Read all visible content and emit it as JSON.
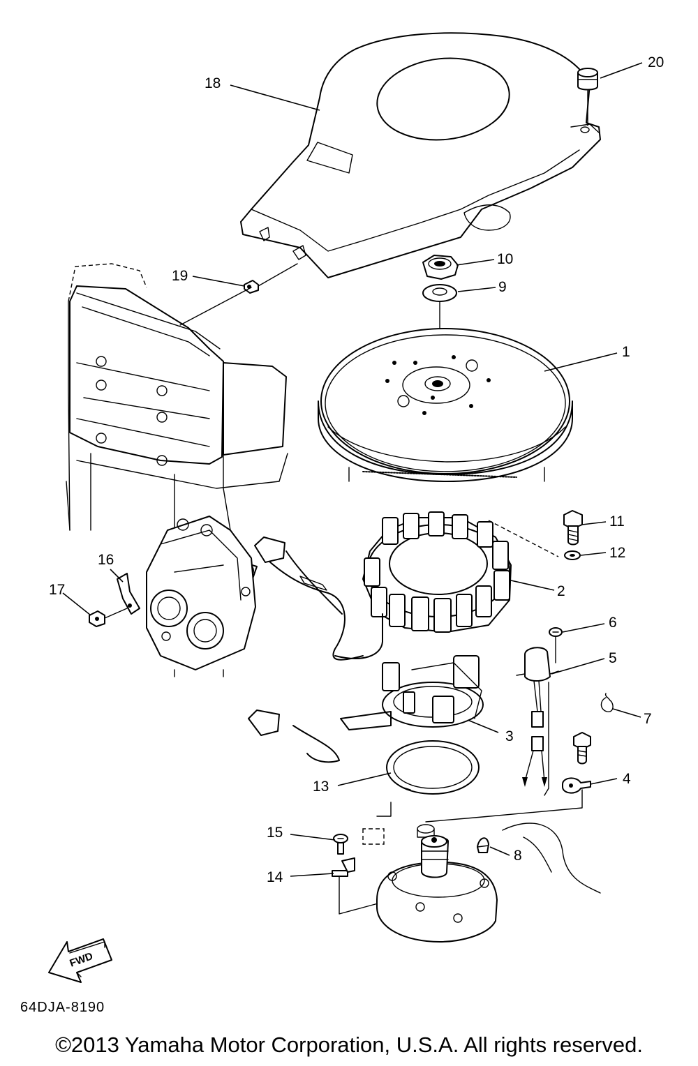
{
  "callouts": [
    "1",
    "2",
    "3",
    "4",
    "5",
    "6",
    "7",
    "8",
    "9",
    "10",
    "11",
    "12",
    "13",
    "14",
    "15",
    "16",
    "17",
    "18",
    "19",
    "20"
  ],
  "fwd_label": "FWD",
  "diagram_code": "64DJA-8190",
  "copyright": "©2013 Yamaha Motor Corporation, U.S.A. All rights reserved."
}
